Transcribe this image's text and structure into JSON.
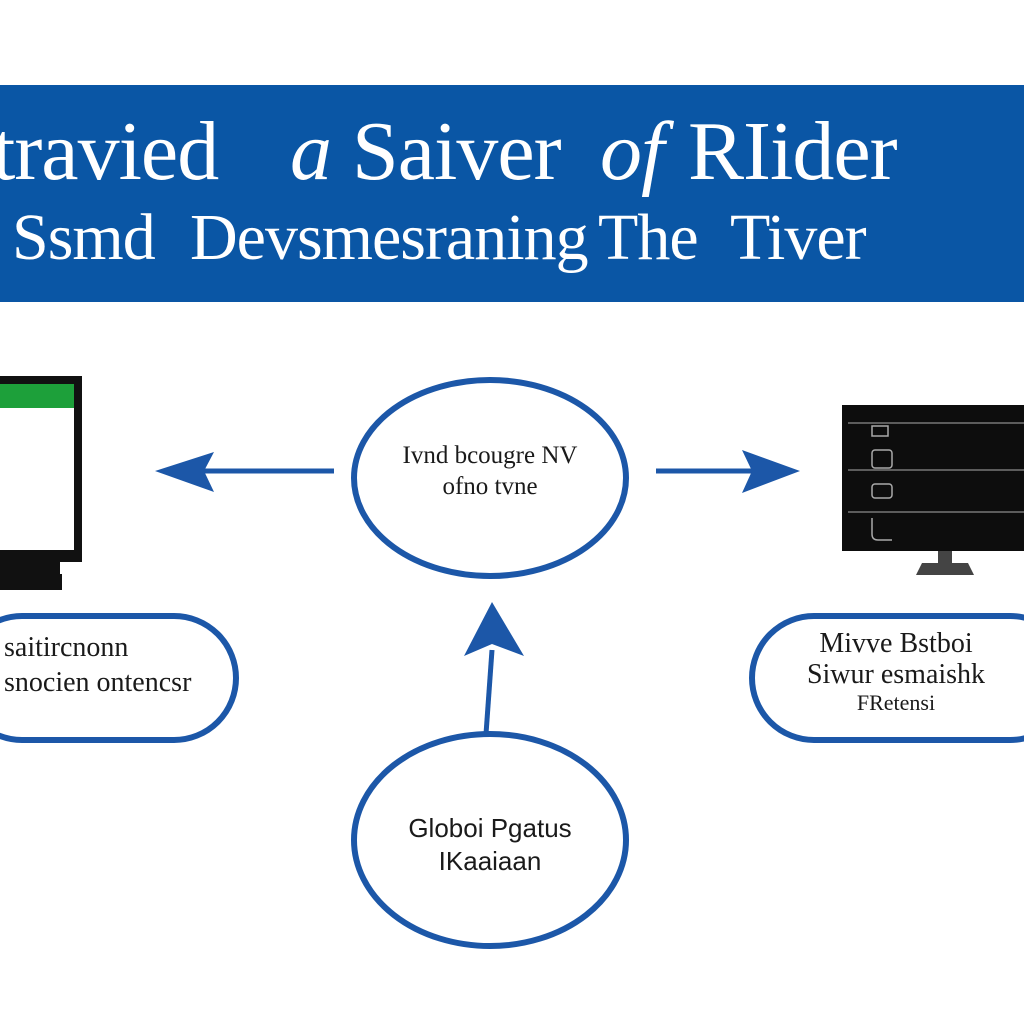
{
  "banner": {
    "line1": {
      "w1": "travied",
      "w2": "a",
      "w3": "Saiver",
      "w4": "of",
      "w5": "RIider"
    },
    "line2": {
      "w1": "Ssmd",
      "w2": "Devsmesraning",
      "w3": "The",
      "w4": "Tiver"
    }
  },
  "nodes": {
    "center_top": {
      "line1": "Ivnd bcougre NV",
      "line2": "ofno tvne"
    },
    "center_bottom": {
      "line1": "Globoi Pgatus",
      "line2": "IKaaiaan"
    },
    "left": {
      "line1": "saitircnonn",
      "line2": "snocien ontencsr"
    },
    "right": {
      "line1": "Mivve Bstboi",
      "line2": "Siwur esmaishk",
      "line3": "FRetensi"
    }
  },
  "colors": {
    "banner": "#0a56a5",
    "accent": "#1c57a8",
    "monitor_screen_left": "#1da03a",
    "monitor_frame": "#111111"
  }
}
